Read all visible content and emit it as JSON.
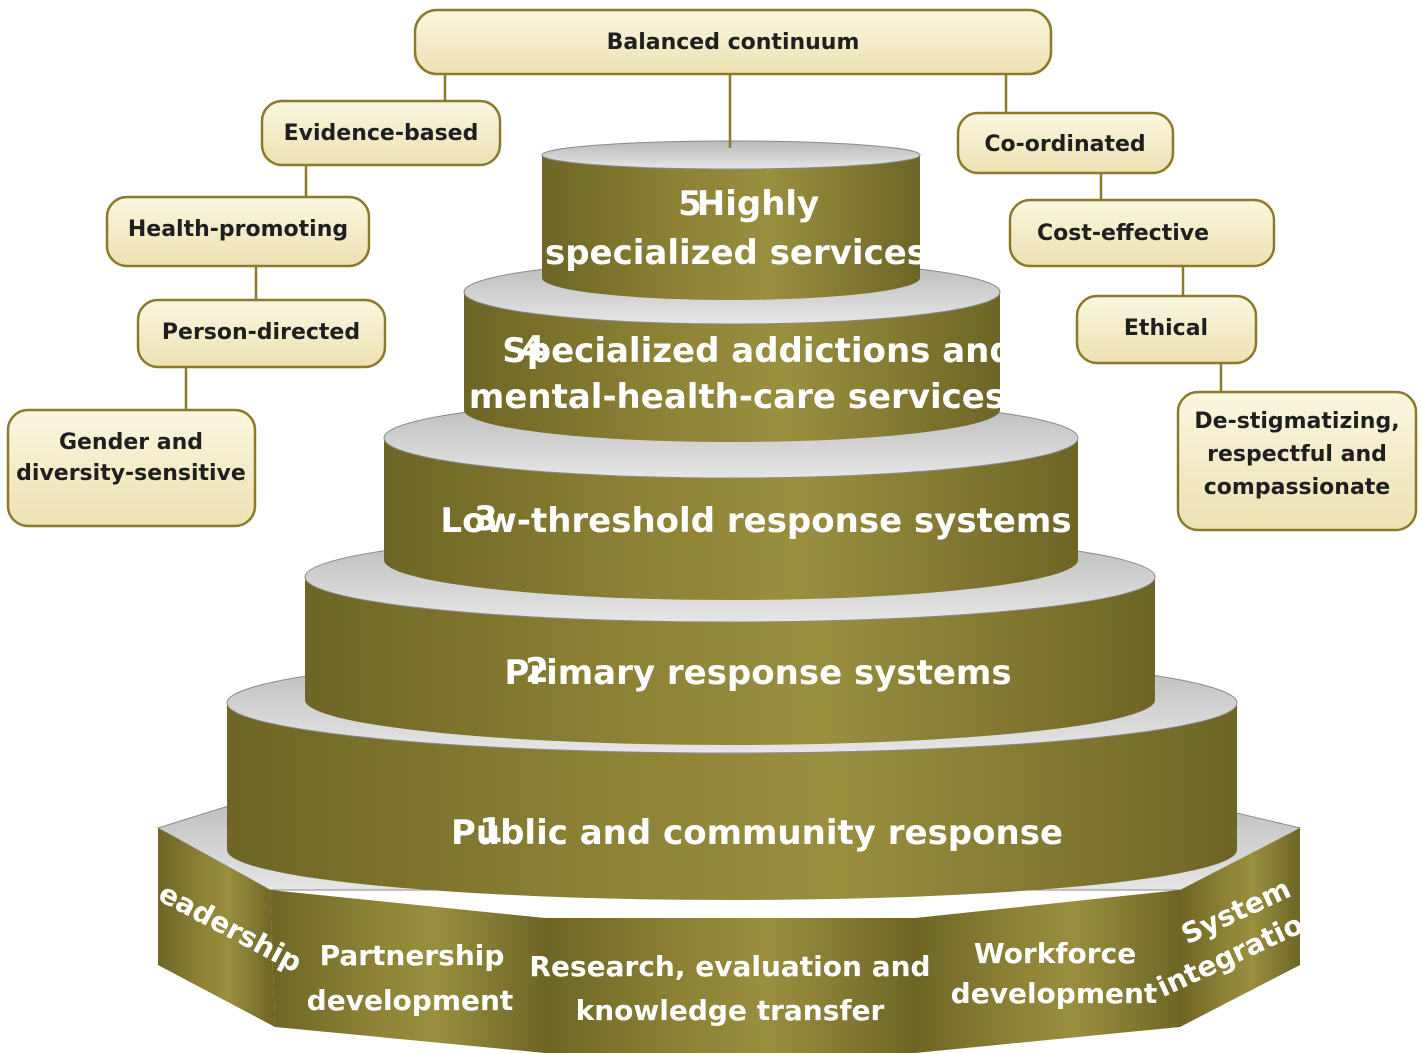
{
  "principles": {
    "top": "Balanced continuum",
    "left": [
      "Evidence-based",
      "Health-promoting",
      "Person-directed",
      [
        "Gender and",
        "diversity-sensitive"
      ]
    ],
    "right": [
      "Co-ordinated",
      "Cost-effective",
      "Ethical",
      [
        "De-stigmatizing,",
        "respectful and",
        "compassionate"
      ]
    ]
  },
  "tiers": [
    {
      "num": "1",
      "lines": [
        "Public and community response"
      ]
    },
    {
      "num": "2",
      "lines": [
        "Primary response systems"
      ]
    },
    {
      "num": "3",
      "lines": [
        "Low-threshold response systems"
      ]
    },
    {
      "num": "4",
      "lines": [
        "Specialized addictions and",
        "mental-health-care services"
      ]
    },
    {
      "num": "5",
      "lines": [
        "Highly",
        "specialized services"
      ]
    }
  ],
  "foundation": [
    [
      "Leadership"
    ],
    [
      "Partnership",
      "development"
    ],
    [
      "Research, evaluation and",
      "knowledge transfer"
    ],
    [
      "Workforce",
      "development"
    ],
    [
      "System",
      "integration"
    ]
  ],
  "colors": {
    "band": "#857a2e",
    "band_light": "#9c9040",
    "band_dark": "#6b6224",
    "box_fill": "#f4ecc8",
    "box_stroke": "#8a7a2a"
  }
}
